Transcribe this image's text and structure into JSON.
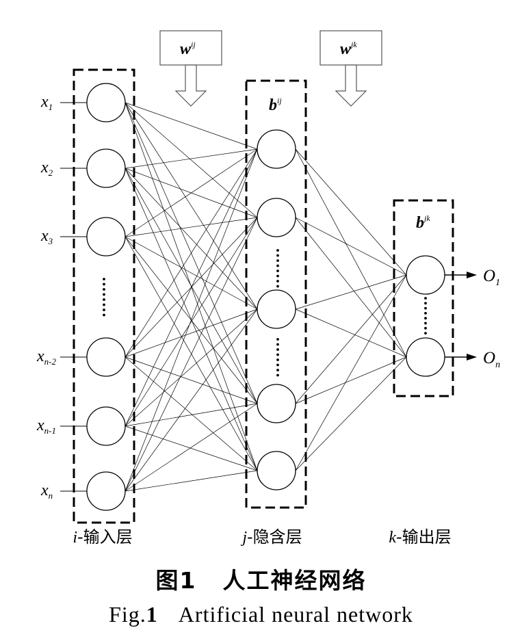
{
  "diagram": {
    "input_nodes": [
      {
        "label": "x",
        "sub": "1"
      },
      {
        "label": "x",
        "sub": "2"
      },
      {
        "label": "x",
        "sub": "3"
      },
      {
        "label": "x",
        "sub": "n-2"
      },
      {
        "label": "x",
        "sub": "n-1"
      },
      {
        "label": "x",
        "sub": "n"
      }
    ],
    "output_nodes": [
      {
        "label": "O",
        "sub": "1"
      },
      {
        "label": "O",
        "sub": "n"
      }
    ],
    "weight_labels": [
      {
        "label": "w",
        "sup": "ij"
      },
      {
        "label": "w",
        "sup": "jk"
      }
    ],
    "bias_labels": [
      {
        "label": "b",
        "sup": "ij"
      },
      {
        "label": "b",
        "sup": "jk"
      }
    ],
    "layer_labels": [
      {
        "var": "i",
        "text": "-输入层"
      },
      {
        "var": "j",
        "text": "-隐含层"
      },
      {
        "var": "k",
        "text": "-输出层"
      }
    ]
  },
  "caption": {
    "cn_prefix": "图",
    "cn_number": "1",
    "cn_title": "人工神经网络",
    "en_prefix": "Fig.",
    "en_number": "1",
    "en_title": "Artificial neural network"
  }
}
